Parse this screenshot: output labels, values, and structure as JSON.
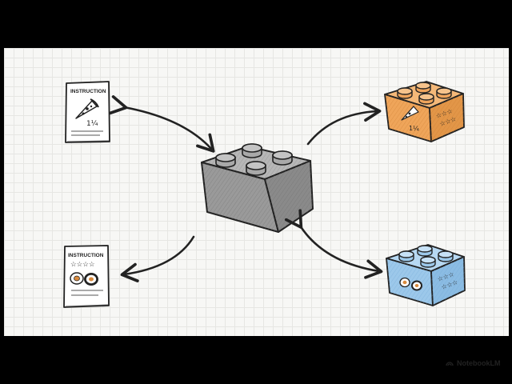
{
  "slide": {
    "brand_label": "NotebookLM",
    "instruction_card_top": {
      "title": "INSTRUCTION",
      "fraction": "1¼"
    },
    "instruction_card_bottom": {
      "title": "INSTRUCTION",
      "stars": "☆☆☆☆"
    },
    "orange_brick": {
      "fraction": "1¼",
      "stars_row": "☆☆☆"
    },
    "blue_brick": {
      "stars_row": "☆☆☆"
    }
  },
  "colors": {
    "page_bg": "#f7f7f5",
    "gray_brick": "#9a9a9a",
    "orange_brick": "#efa55a",
    "blue_brick": "#9cc8ea",
    "ink": "#222222"
  }
}
